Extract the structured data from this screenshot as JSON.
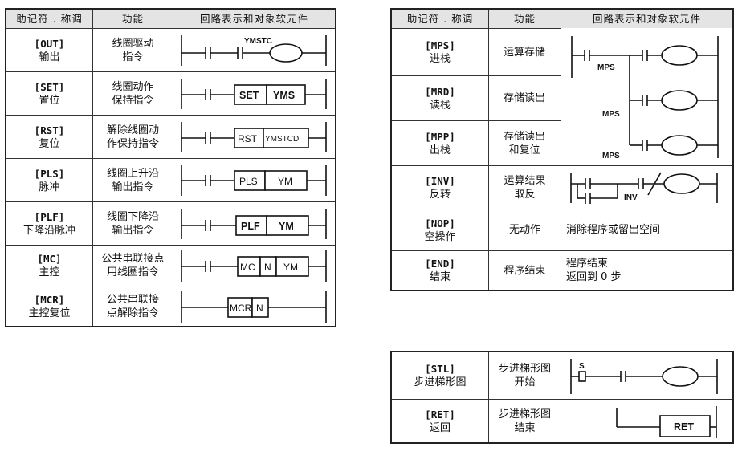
{
  "left_table": {
    "headers": [
      "助记符 . 称调",
      "功能",
      "回路表示和对象软元件"
    ],
    "rows": [
      {
        "mnemonic": "[OUT]",
        "name": "输出",
        "func": [
          "线圈驱动",
          "指令"
        ],
        "labels": [
          "YMSTC"
        ]
      },
      {
        "mnemonic": "[SET]",
        "name": "置位",
        "func": [
          "线圈动作",
          "保持指令"
        ],
        "labels": [
          "SET",
          "YMS"
        ]
      },
      {
        "mnemonic": "[RST]",
        "name": "复位",
        "func": [
          "解除线圈动",
          "作保持指令"
        ],
        "labels": [
          "RST",
          "YMSTCD"
        ]
      },
      {
        "mnemonic": "[PLS]",
        "name": "脉冲",
        "func": [
          "线圈上升沿",
          "输出指令"
        ],
        "labels": [
          "PLS",
          "YM"
        ]
      },
      {
        "mnemonic": "[PLF]",
        "name": "下降沿脉冲",
        "func": [
          "线圈下降沿",
          "输出指令"
        ],
        "labels": [
          "PLF",
          "YM"
        ]
      },
      {
        "mnemonic": "[MC]",
        "name": "主控",
        "func": [
          "公共串联接点",
          "用线圈指令"
        ],
        "labels": [
          "MC",
          "N",
          "YM"
        ]
      },
      {
        "mnemonic": "[MCR]",
        "name": "主控复位",
        "func": [
          "公共串联接",
          "点解除指令"
        ],
        "labels": [
          "MCR",
          "N"
        ]
      }
    ]
  },
  "right_table": {
    "headers": [
      "助记符 . 称调",
      "功能",
      "回路表示和对象软元件"
    ],
    "rows": [
      {
        "mnemonic": "[MPS]",
        "name": "进栈",
        "func": [
          "运算存储"
        ]
      },
      {
        "mnemonic": "[MRD]",
        "name": "读栈",
        "func": [
          "存储读出"
        ]
      },
      {
        "mnemonic": "[MPP]",
        "name": "出栈",
        "func": [
          "存储读出",
          "和复位"
        ]
      },
      {
        "mnemonic": "[INV]",
        "name": "反转",
        "func": [
          "运算结果",
          "取反"
        ]
      },
      {
        "mnemonic": "[NOP]",
        "name": "空操作",
        "func": [
          "无动作"
        ],
        "desc": [
          "消除程序或留出空间"
        ]
      },
      {
        "mnemonic": "[END]",
        "name": "结束",
        "func": [
          "程序结束"
        ],
        "desc": [
          "程序结束",
          "返回到 0 步"
        ]
      }
    ],
    "diagram_labels": {
      "mps1": "MPS",
      "mps2": "MPS",
      "mps3": "MPS",
      "inv": "INV"
    }
  },
  "bottom_table": {
    "rows": [
      {
        "mnemonic": "[STL]",
        "name": "步进梯形图",
        "func": [
          "步进梯形图",
          "开始"
        ],
        "labels": [
          "S"
        ]
      },
      {
        "mnemonic": "[RET]",
        "name": "返回",
        "func": [
          "步进梯形图",
          "结束"
        ],
        "labels": [
          "RET"
        ]
      }
    ]
  }
}
